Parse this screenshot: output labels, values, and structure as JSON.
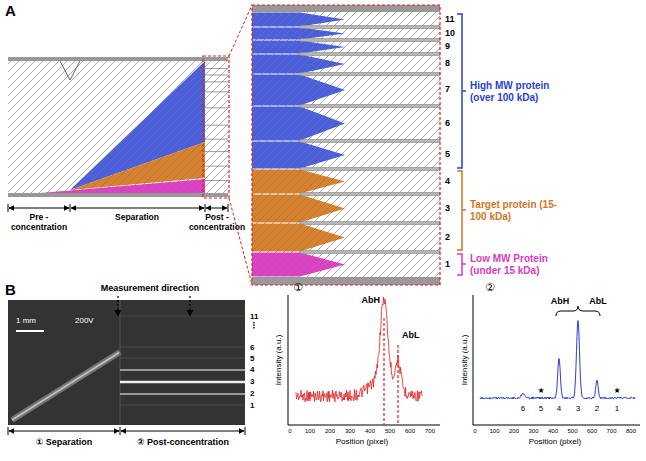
{
  "diagram": {
    "labels": [
      "A",
      "Pre -concentration",
      "Separation",
      "Post -concentration",
      "11",
      "10",
      "9",
      "8",
      "7",
      "6",
      "5",
      "4",
      "3",
      "2",
      "1",
      "High MW protein (over 100 kDa)",
      "Target protein (15-100 kDa)",
      "Low MW Protein (under 15 kDa)",
      "B",
      "Measurement direction",
      "1 mm",
      "200V",
      "11",
      "⋮",
      "6",
      "5",
      "4",
      "3",
      "2",
      "1",
      "① Separation",
      "② Post-concentration",
      "①",
      "AbH",
      "AbL",
      "Intensity (a.u.)",
      "Position (pixel)",
      "0",
      "100",
      "200",
      "300",
      "400",
      "500",
      "600",
      "700",
      "②",
      "AbH",
      "AbL",
      "★",
      "★",
      "6",
      "5",
      "4",
      "3",
      "2",
      "1",
      "Intensity (a.u.)",
      "Position (pixel)",
      "0",
      "100",
      "200",
      "300",
      "400",
      "500",
      "600",
      "700",
      "800"
    ]
  }
}
